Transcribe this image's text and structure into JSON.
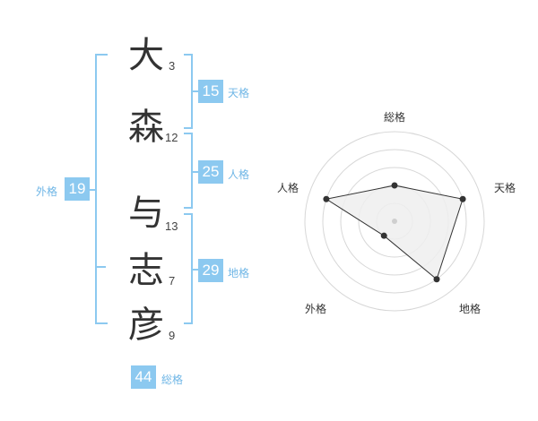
{
  "name": {
    "chars": [
      {
        "char": "大",
        "strokes": "3"
      },
      {
        "char": "森",
        "strokes": "12"
      },
      {
        "char": "与",
        "strokes": "13"
      },
      {
        "char": "志",
        "strokes": "7"
      },
      {
        "char": "彦",
        "strokes": "9"
      }
    ]
  },
  "fortunes": {
    "tenkaku": {
      "value": "15",
      "label": "天格"
    },
    "jinkaku": {
      "value": "25",
      "label": "人格"
    },
    "chikaku": {
      "value": "29",
      "label": "地格"
    },
    "gaikaku": {
      "value": "19",
      "label": "外格"
    },
    "soukaku": {
      "value": "44",
      "label": "総格"
    }
  },
  "radar": {
    "labels": {
      "top": "総格",
      "right": "天格",
      "bottom_right": "地格",
      "bottom_left": "外格",
      "left": "人格"
    },
    "levels": 5,
    "values": {
      "総格": 2,
      "天格": 4,
      "地格": 4,
      "外格": 1,
      "人格": 4
    },
    "colors": {
      "ring": "#d7d7d7",
      "polygon_fill": "#efefef",
      "polygon_stroke": "#333333",
      "center": "#cfcfcf"
    }
  }
}
